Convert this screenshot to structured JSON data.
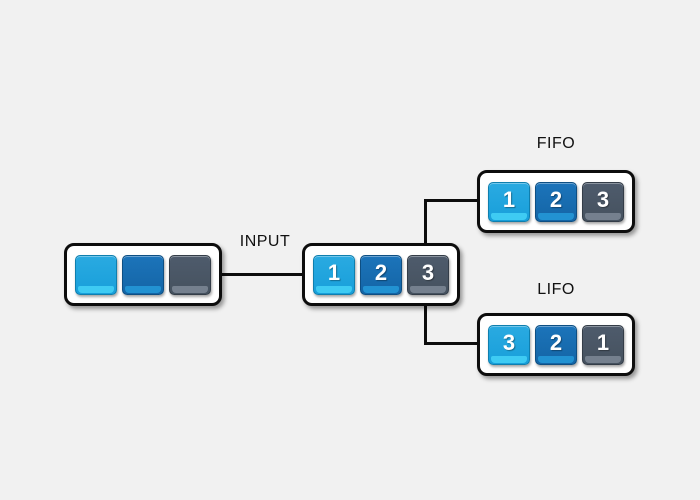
{
  "diagram": {
    "background_color": "#f1f1f1",
    "line_color": "#0d0d0d",
    "labels": {
      "input": "INPUT",
      "fifo": "FIFO",
      "lifo": "LIFO"
    },
    "palette": {
      "cyan": {
        "body": "#2aaae1",
        "body_dark": "#189fda",
        "lip": "#3ecbf3",
        "edge": "#0f7fae"
      },
      "blue": {
        "body": "#1c74ba",
        "body_dark": "#1465a6",
        "lip": "#2292d2",
        "edge": "#0e4f83"
      },
      "slate": {
        "body": "#4e5b6c",
        "body_dark": "#46525f",
        "lip": "#75808e",
        "edge": "#343d48"
      }
    },
    "trays": {
      "source": {
        "cells": [
          {
            "label": "",
            "color": "cyan"
          },
          {
            "label": "",
            "color": "blue"
          },
          {
            "label": "",
            "color": "slate"
          }
        ]
      },
      "input": {
        "cells": [
          {
            "label": "1",
            "color": "cyan"
          },
          {
            "label": "2",
            "color": "blue"
          },
          {
            "label": "3",
            "color": "slate"
          }
        ]
      },
      "fifo": {
        "cells": [
          {
            "label": "1",
            "color": "cyan"
          },
          {
            "label": "2",
            "color": "blue"
          },
          {
            "label": "3",
            "color": "slate"
          }
        ]
      },
      "lifo": {
        "cells": [
          {
            "label": "3",
            "color": "cyan"
          },
          {
            "label": "2",
            "color": "blue"
          },
          {
            "label": "1",
            "color": "slate"
          }
        ]
      }
    }
  }
}
